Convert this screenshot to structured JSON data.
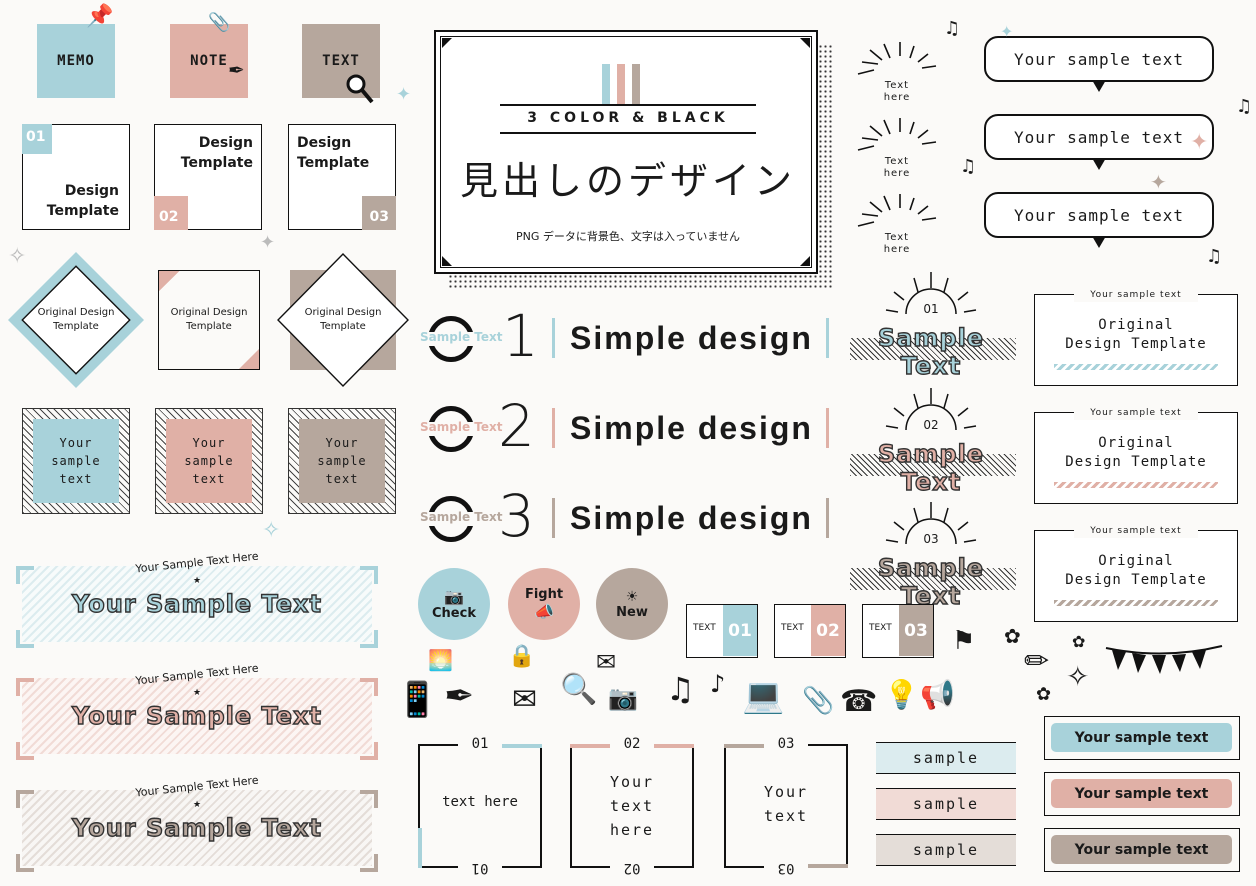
{
  "colors": {
    "blue": "#a8d2da",
    "pink": "#e0b0a6",
    "brown": "#b6a79d",
    "ink": "#1a1a1a"
  },
  "memo": {
    "memo": "MEMO",
    "note": "NOTE",
    "text": "TEXT"
  },
  "design_template": {
    "line1": "Design",
    "line2": "Template",
    "num1": "01",
    "num2": "02",
    "num3": "03"
  },
  "original": {
    "text1": "Original Design",
    "text2": "Template"
  },
  "your_sample_small": {
    "l1": "Your",
    "l2": "sample",
    "l3": "text"
  },
  "ribbon": {
    "arc": "Your Sample Text Here",
    "star": "★",
    "main": "Your Sample Text"
  },
  "hero": {
    "sub": "3 COLOR & BLACK",
    "title": "見出しのデザイン",
    "note": "PNG データに背景色、文字は入っていません"
  },
  "numbered": [
    {
      "num": "01",
      "label": "Sample Text",
      "text": "Simple design",
      "n": "1"
    },
    {
      "num": "02",
      "label": "Sample Text",
      "text": "Simple design",
      "n": "2"
    },
    {
      "num": "03",
      "label": "Sample Text",
      "text": "Simple design",
      "n": "3"
    }
  ],
  "burst_small": {
    "l1": "Text",
    "l2": "here"
  },
  "sun_badge": [
    {
      "num": "01",
      "text": "Sample Text"
    },
    {
      "num": "02",
      "text": "Sample Text"
    },
    {
      "num": "03",
      "text": "Sample Text"
    }
  ],
  "bubbles": [
    "Your sample text",
    "Your sample text",
    "Your sample text"
  ],
  "orig_frames": [
    {
      "top": "Your sample text",
      "l1": "Original",
      "l2": "Design Template"
    },
    {
      "top": "Your sample text",
      "l1": "Original",
      "l2": "Design Template"
    },
    {
      "top": "Your sample text",
      "l1": "Original",
      "l2": "Design Template"
    }
  ],
  "circles": {
    "check": "Check",
    "fight": "Fight",
    "new": "New"
  },
  "books": [
    {
      "label": "TEXT",
      "num": "01"
    },
    {
      "label": "TEXT",
      "num": "02"
    },
    {
      "label": "TEXT",
      "num": "03"
    }
  ],
  "frames_bottom": [
    {
      "num": "01",
      "text": "text here"
    },
    {
      "num": "02",
      "l1": "Your",
      "l2": "text",
      "l3": "here"
    },
    {
      "num": "03",
      "l1": "Your",
      "l2": "text"
    }
  ],
  "sample_tags": [
    "sample",
    "sample",
    "sample"
  ],
  "pills": [
    "Your sample text",
    "Your sample text",
    "Your sample text"
  ]
}
